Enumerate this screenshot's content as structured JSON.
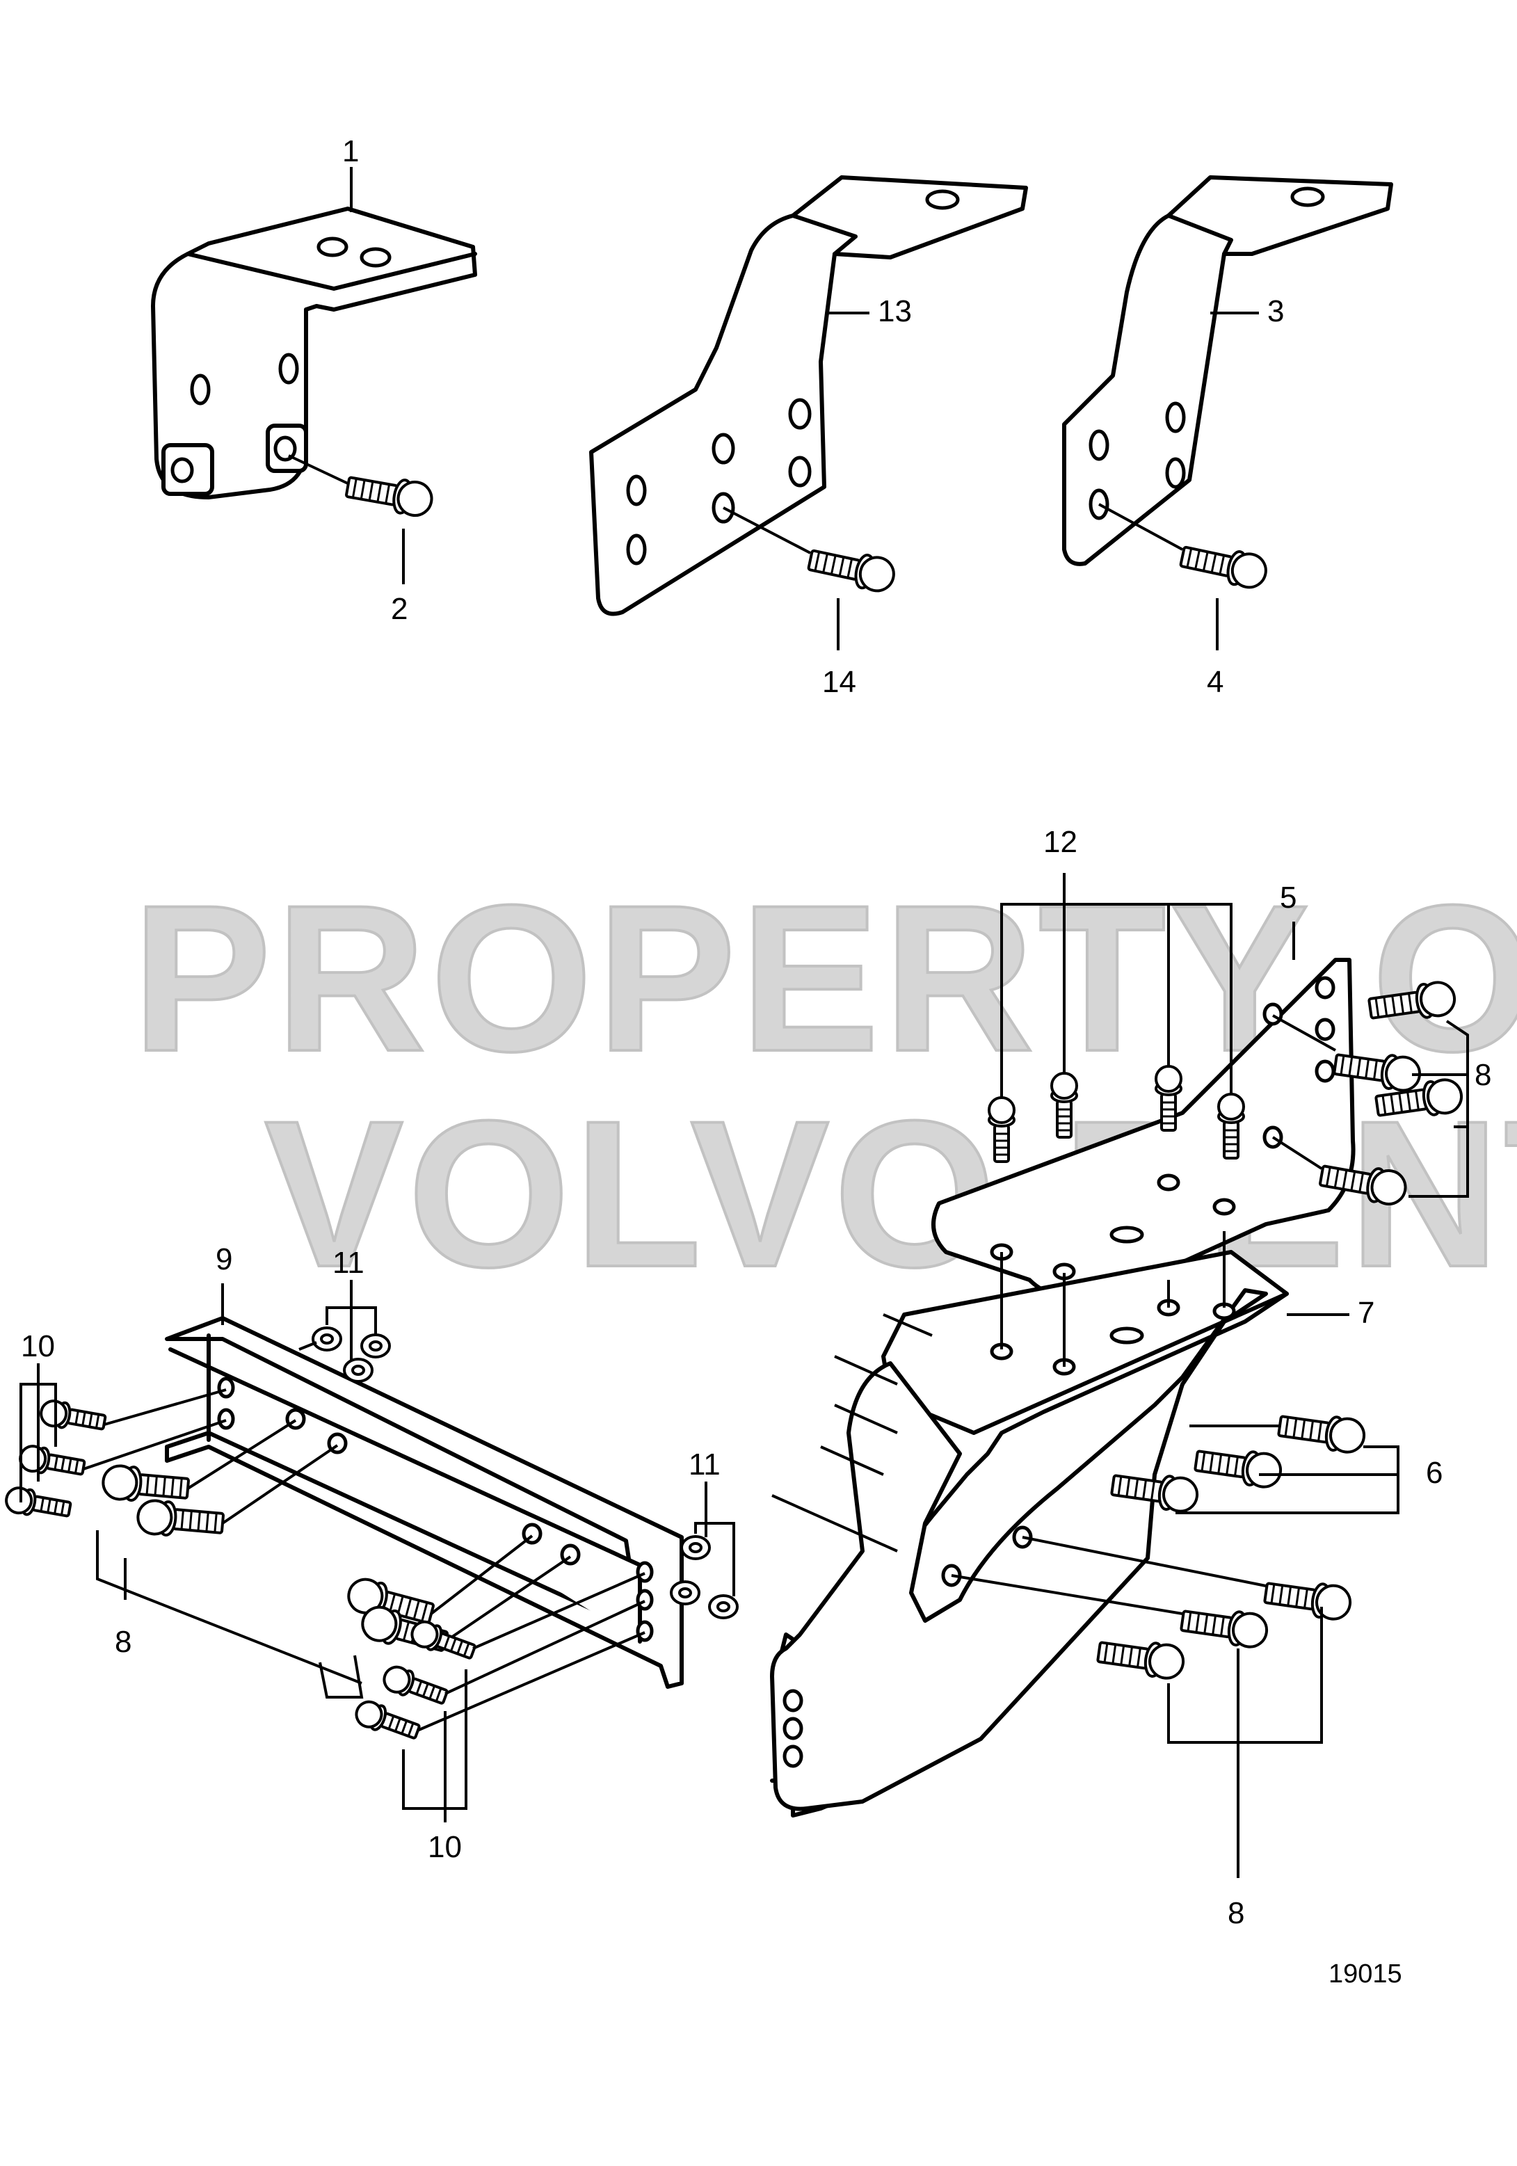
{
  "watermark": {
    "line1": "PROPERTY OF",
    "line2": "VOLVO PENTA"
  },
  "figure_number": "19015",
  "callouts": {
    "c1": "1",
    "c2": "2",
    "c3": "3",
    "c4": "4",
    "c5": "5",
    "c6": "6",
    "c7": "7",
    "c8a": "8",
    "c8b": "8",
    "c8c": "8",
    "c9": "9",
    "c10a": "10",
    "c10b": "10",
    "c11a": "11",
    "c11b": "11",
    "c12": "12",
    "c13": "13",
    "c14": "14"
  }
}
